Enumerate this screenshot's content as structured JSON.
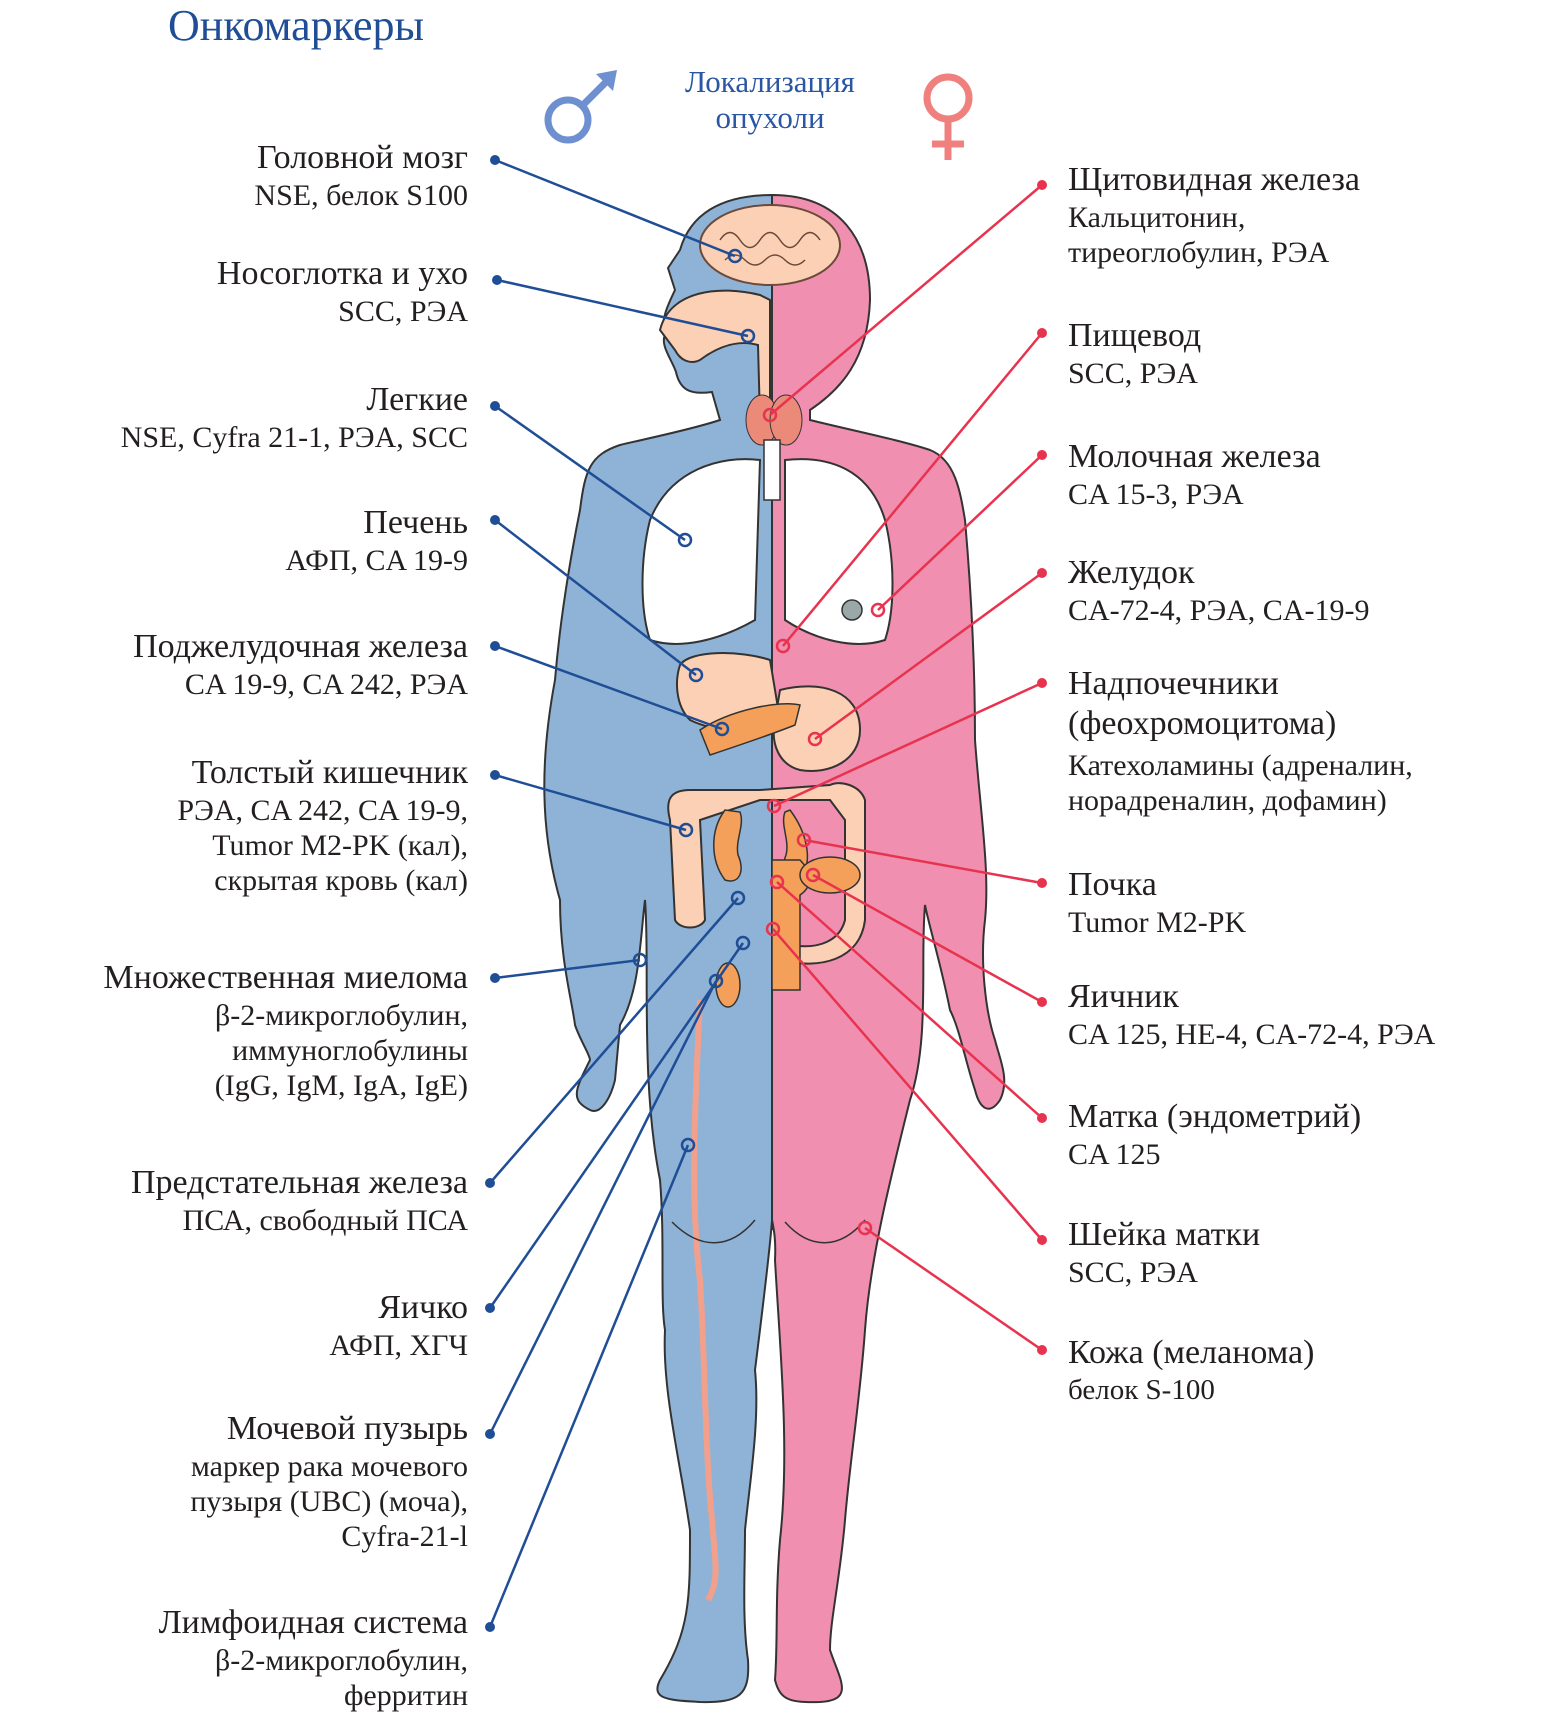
{
  "title": "Онкомаркеры",
  "subtitle": {
    "line1": "Локализация",
    "line2": "опухоли"
  },
  "symbols": {
    "male": "male-symbol",
    "female": "female-symbol"
  },
  "colors": {
    "male_body": "#8fb3d6",
    "female_body": "#f08fb0",
    "male_line": "#1f4e96",
    "female_line": "#e8334f",
    "organ": "#fcd0b4",
    "organ_dark": "#f4a05a",
    "title": "#1f4e96"
  },
  "left_labels": [
    {
      "name": "Головной мозг",
      "markers": "NSE, белок S100"
    },
    {
      "name": "Носоглотка и ухо",
      "markers": "SCC, РЭА"
    },
    {
      "name": "Легкие",
      "markers": "NSE, Cyfra 21-1, РЭА, SCC"
    },
    {
      "name": "Печень",
      "markers": "АФП, CA 19-9"
    },
    {
      "name": "Поджелудочная железа",
      "markers": "CA 19-9, CA 242, РЭА"
    },
    {
      "name": "Толстый кишечник",
      "markers": "РЭА, CA 242, CA 19-9,\nTumor M2-PK (кал),\nскрытая кровь (кал)"
    },
    {
      "name": "Множественная миелома",
      "markers": "β-2-микроглобулин,\nиммуноглобулины\n(IgG, IgM, IgA, IgE)"
    },
    {
      "name": "Предстательная железа",
      "markers": "ПСА, свободный ПСА"
    },
    {
      "name": "Яичко",
      "markers": "АФП, ХГЧ"
    },
    {
      "name": "Мочевой пузырь",
      "markers": "маркер рака мочевого\nпузыря (UBC) (моча),\nCyfra-21-l"
    },
    {
      "name": "Лимфоидная система",
      "markers": "β-2-микроглобулин,\nферритин"
    }
  ],
  "right_labels": [
    {
      "name": "Щитовидная железа",
      "markers": "Кальцитонин,\nтиреоглобулин, РЭА"
    },
    {
      "name": "Пищевод",
      "markers": "SCC, РЭА"
    },
    {
      "name": "Молочная железа",
      "markers": "CA 15-3, РЭА"
    },
    {
      "name": "Желудок",
      "markers": "CA-72-4, РЭА, CA-19-9"
    },
    {
      "name": "Надпочечники\n(феохромоцитома)",
      "markers": "Катехоламины (адреналин,\nнорадреналин, дофамин)"
    },
    {
      "name": "Почка",
      "markers": "Tumor M2-PK"
    },
    {
      "name": "Яичник",
      "markers": "CA 125, HE-4, CA-72-4, РЭА"
    },
    {
      "name": "Матка (эндометрий)",
      "markers": "CA 125"
    },
    {
      "name": "Шейка матки",
      "markers": "SCC, РЭА"
    },
    {
      "name": "Кожа (меланома)",
      "markers": "белок S-100"
    }
  ]
}
